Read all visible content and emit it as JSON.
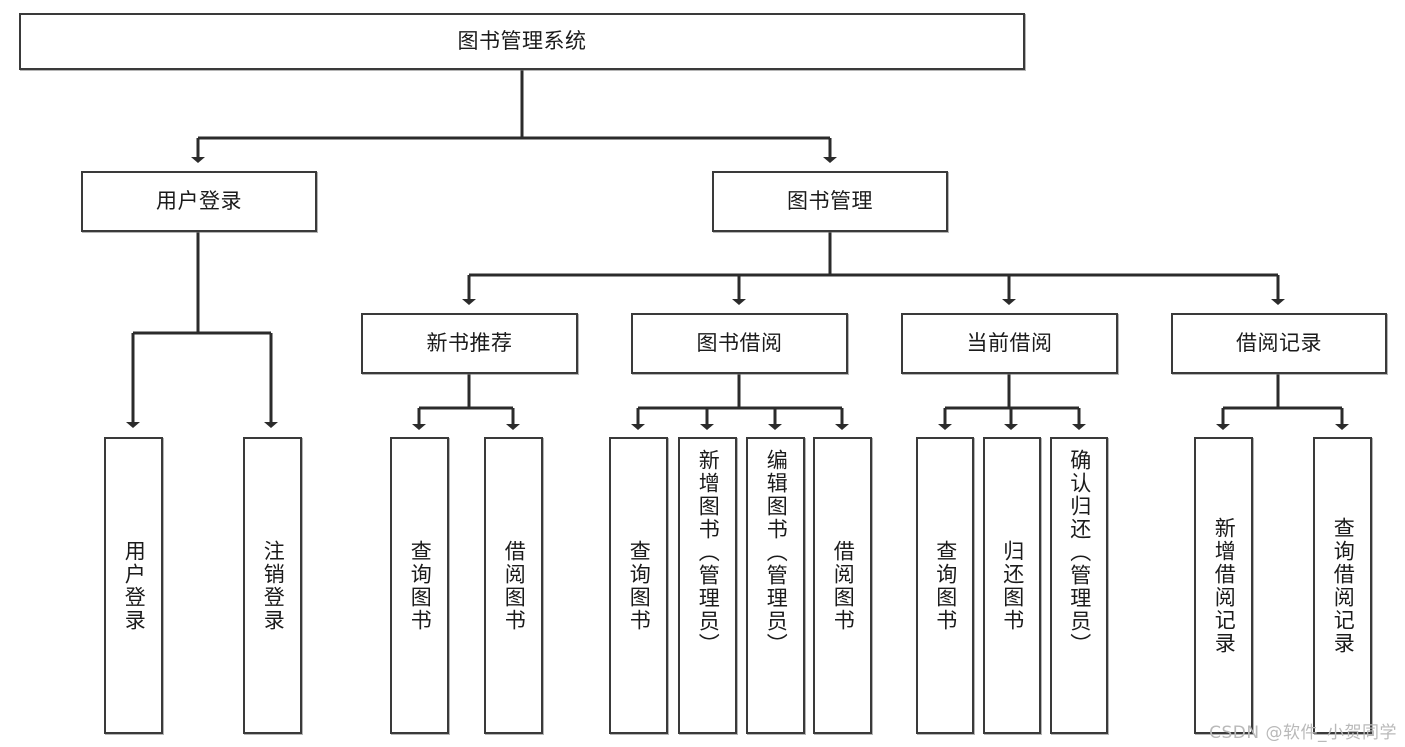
{
  "diagram": {
    "title": "图书管理系统",
    "type": "tree-hierarchy-diagram",
    "watermark": "CSDN @软件_小贺同学",
    "colors": {
      "box_border": "#3a3a3a",
      "box_fill": "#ffffff",
      "connector": "#2b2b2b",
      "text": "#1b1b1b",
      "watermark": "#b9b9b9",
      "background": "#ffffff"
    },
    "nodes": {
      "root": {
        "label": "图书管理系统"
      },
      "level2": [
        {
          "id": "user-login",
          "label": "用户登录"
        },
        {
          "id": "book-manage",
          "label": "图书管理"
        }
      ],
      "level3": [
        {
          "id": "new-book-recommend",
          "label": "新书推荐"
        },
        {
          "id": "book-borrow",
          "label": "图书借阅"
        },
        {
          "id": "current-borrow",
          "label": "当前借阅"
        },
        {
          "id": "borrow-record",
          "label": "借阅记录"
        }
      ],
      "leaves": {
        "user-login": [
          {
            "id": "leaf-user-login",
            "label": "用户登录"
          },
          {
            "id": "leaf-logout-login",
            "label": "注销登录"
          }
        ],
        "new-book-recommend": [
          {
            "id": "leaf-query-book-1",
            "label": "查询图书"
          },
          {
            "id": "leaf-borrow-book-1",
            "label": "借阅图书"
          }
        ],
        "book-borrow": [
          {
            "id": "leaf-query-book-2",
            "label": "查询图书"
          },
          {
            "id": "leaf-add-book",
            "label": "新增图书（管理员）"
          },
          {
            "id": "leaf-edit-book",
            "label": "编辑图书（管理员）"
          },
          {
            "id": "leaf-borrow-book-2",
            "label": "借阅图书"
          }
        ],
        "current-borrow": [
          {
            "id": "leaf-query-book-3",
            "label": "查询图书"
          },
          {
            "id": "leaf-return-book",
            "label": "归还图书"
          },
          {
            "id": "leaf-confirm-return",
            "label": "确认归还（管理员）"
          }
        ],
        "borrow-record": [
          {
            "id": "leaf-add-record",
            "label": "新增借阅记录"
          },
          {
            "id": "leaf-query-record",
            "label": "查询借阅记录"
          }
        ]
      }
    }
  }
}
